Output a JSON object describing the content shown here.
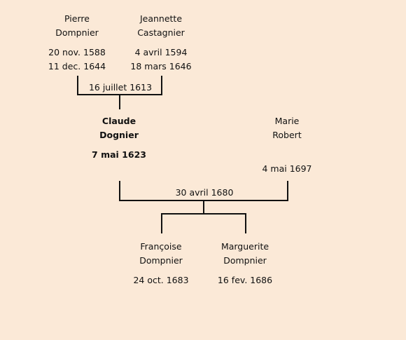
{
  "tree": {
    "father": {
      "first": "Pierre",
      "last": "Dompnier",
      "birth": "20 nov. 1588",
      "death": "11 dec. 1644"
    },
    "mother": {
      "first": "Jeannette",
      "last": "Castagnier",
      "birth": "4 avril 1594",
      "death": "18 mars 1646"
    },
    "parents_marriage": "16 juillet 1613",
    "subject": {
      "first": "Claude",
      "last": "Dognier",
      "birth": "7 mai 1623"
    },
    "spouse": {
      "first": "Marie",
      "last": "Robert",
      "death": "4 mai 1697"
    },
    "marriage": "30 avril 1680",
    "children": [
      {
        "first": "Françoise",
        "last": "Dompnier",
        "birth": "24 oct. 1683"
      },
      {
        "first": "Marguerite",
        "last": "Dompnier",
        "birth": "16 fev. 1686"
      }
    ]
  }
}
